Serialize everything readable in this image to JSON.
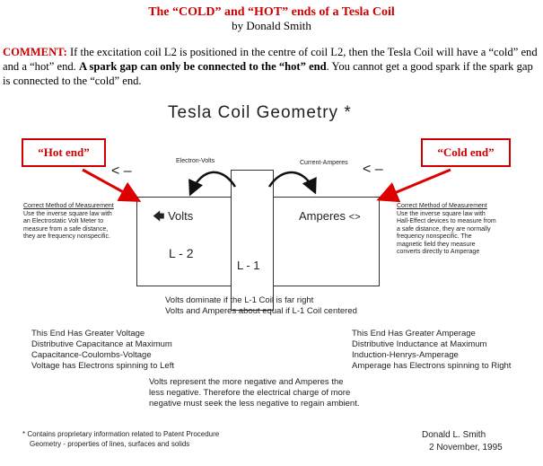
{
  "header": {
    "title": "The “COLD” and “HOT” ends of a Tesla Coil",
    "byline": "by Donald Smith"
  },
  "comment": {
    "label": "COMMENT:",
    "text_1": " If the excitation coil L2 is positioned in the centre of coil L2, then the Tesla Coil will have a “cold” end and a “hot” end. ",
    "bold": "A spark gap can only be connected to the “hot” end",
    "text_2": ". You cannot get a good spark if the spark gap is connected to the “cold” end."
  },
  "diagram": {
    "title": "Tesla Coil Geometry *",
    "hot_end": "“Hot end”",
    "cold_end": "“Cold end”",
    "electron_volts": "Electron-Volts",
    "current_amperes": "Current-Amperes",
    "left_arrow_sign": "< –",
    "right_arrow_sign": "< –",
    "volts": "Volts",
    "amperes": "Amperes",
    "l2": "L - 2",
    "l1": "L - 1",
    "left_method": {
      "heading": "Correct Method of Measurement",
      "lines": [
        "Use the inverse square law with",
        "an Electrostatic Volt Meter to",
        "measure from a safe distance,",
        "they are frequency nonspecific."
      ]
    },
    "right_method": {
      "heading": "Correct Method of Measurement",
      "lines": [
        "Use the inverse square law with",
        "Hall-Effect devices to measure from",
        "a safe distance, they are normally",
        "frequency nonspecific. The",
        "magnetic field they measure",
        "converts directly to Amperage"
      ]
    },
    "center_notes": [
      "Volts dominate if the L-1 Coil is far right",
      "Volts and Amperes about equal if L-1 Coil centered"
    ],
    "left_notes": [
      "This End Has Greater Voltage",
      "Distributive Capacitance at Maximum",
      "Capacitance-Coulombs-Voltage",
      "Voltage has Electrons spinning to Left"
    ],
    "right_notes": [
      "This End Has Greater Amperage",
      "Distributive Inductance at Maximum",
      "Induction-Henrys-Amperage",
      "Amperage has Electrons spinning to Right"
    ],
    "volts_note": [
      "Volts represent the more negative and Amperes the",
      "less negative. Therefore the electrical charge of more",
      "negative must seek the less negative to regain ambient."
    ],
    "footnote": [
      "* Contains proprietary information related to Patent Procedure",
      "Geometry - properties of lines, surfaces and solids"
    ],
    "signature": "Donald L. Smith",
    "date": "2 November, 1995"
  }
}
